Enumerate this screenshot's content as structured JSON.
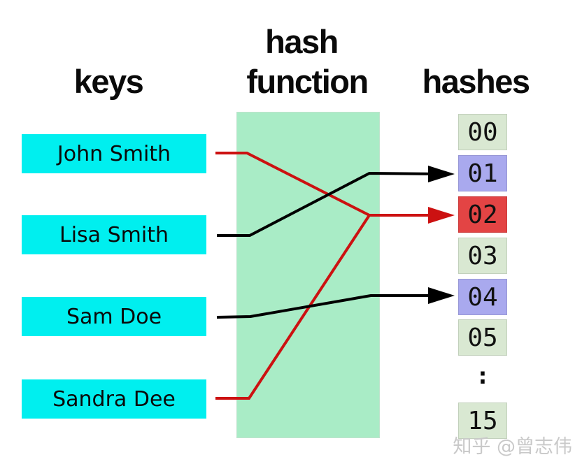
{
  "headings": {
    "function_line1": "hash",
    "keys": "keys",
    "function_line2": "function",
    "hashes": "hashes"
  },
  "keys": {
    "items": [
      "John Smith",
      "Lisa Smith",
      "Sam Doe",
      "Sandra Dee"
    ]
  },
  "hashes": {
    "cells": [
      {
        "label": "00",
        "state": "empty"
      },
      {
        "label": "01",
        "state": "occupied"
      },
      {
        "label": "02",
        "state": "collision"
      },
      {
        "label": "03",
        "state": "empty"
      },
      {
        "label": "04",
        "state": "occupied"
      },
      {
        "label": "05",
        "state": "empty"
      }
    ],
    "ellipsis": ":",
    "last_cell": {
      "label": "15",
      "state": "empty"
    }
  },
  "mappings": [
    {
      "from": "John Smith",
      "to": "02",
      "arrow_color": "#cc1111"
    },
    {
      "from": "Lisa Smith",
      "to": "01",
      "arrow_color": "#000000"
    },
    {
      "from": "Sam Doe",
      "to": "04",
      "arrow_color": "#000000"
    },
    {
      "from": "Sandra Dee",
      "to": "02",
      "arrow_color": "#cc1111"
    }
  ],
  "colors": {
    "key_box": "#00efef",
    "function_box": "#a9ecc6",
    "cell_empty": "#d9e8d2",
    "cell_occupied": "#a9a9ee",
    "cell_collision": "#e34444",
    "arrow_black": "#000000",
    "arrow_red": "#cc1111",
    "watermark_gray": "#c9c9c9"
  },
  "watermark": {
    "text": "知乎 @曾志伟"
  }
}
